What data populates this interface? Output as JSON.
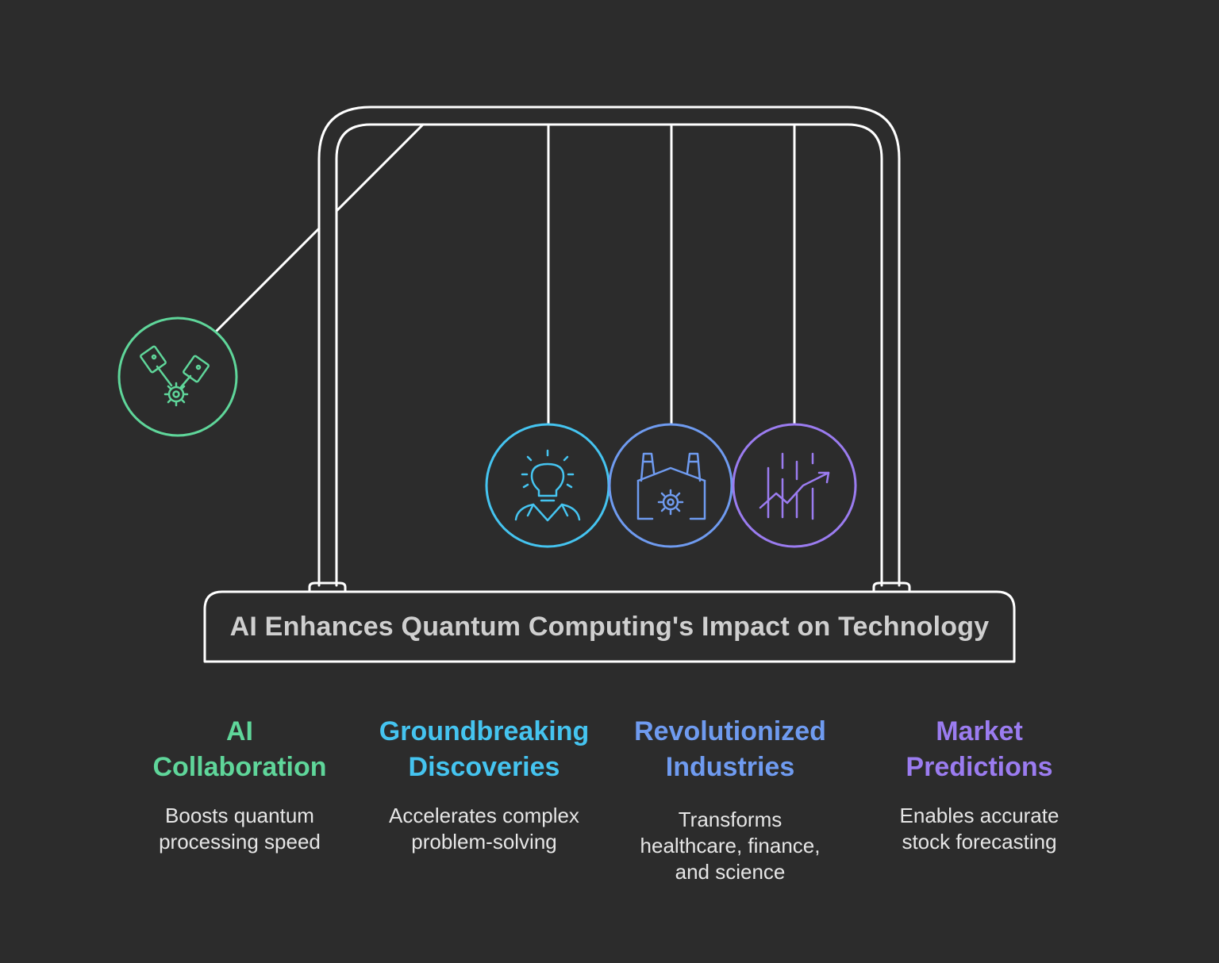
{
  "title": "AI Enhances Quantum Computing's Impact on Technology",
  "colors": {
    "background": "#2c2c2c",
    "frame": "#ffffff",
    "green": "#5fd69a",
    "cyan": "#45c4f0",
    "blue": "#6f9bf0",
    "purple": "#9b7cf0"
  },
  "items": [
    {
      "heading_line1": "AI",
      "heading_line2": "Collaboration",
      "desc_line1": "Boosts quantum",
      "desc_line2": "processing speed",
      "desc_line3": "",
      "color": "#5fd69a",
      "icon": "pistons-gear-icon"
    },
    {
      "heading_line1": "Groundbreaking",
      "heading_line2": "Discoveries",
      "desc_line1": "Accelerates complex",
      "desc_line2": "problem-solving",
      "desc_line3": "",
      "color": "#45c4f0",
      "icon": "lightbulb-person-icon"
    },
    {
      "heading_line1": "Revolutionized",
      "heading_line2": "Industries",
      "desc_line1": "Transforms",
      "desc_line2": "healthcare, finance,",
      "desc_line3": "and science",
      "color": "#6f9bf0",
      "icon": "factory-gear-icon"
    },
    {
      "heading_line1": "Market",
      "heading_line2": "Predictions",
      "desc_line1": "Enables accurate",
      "desc_line2": "stock forecasting",
      "desc_line3": "",
      "color": "#9b7cf0",
      "icon": "stock-chart-icon"
    }
  ]
}
